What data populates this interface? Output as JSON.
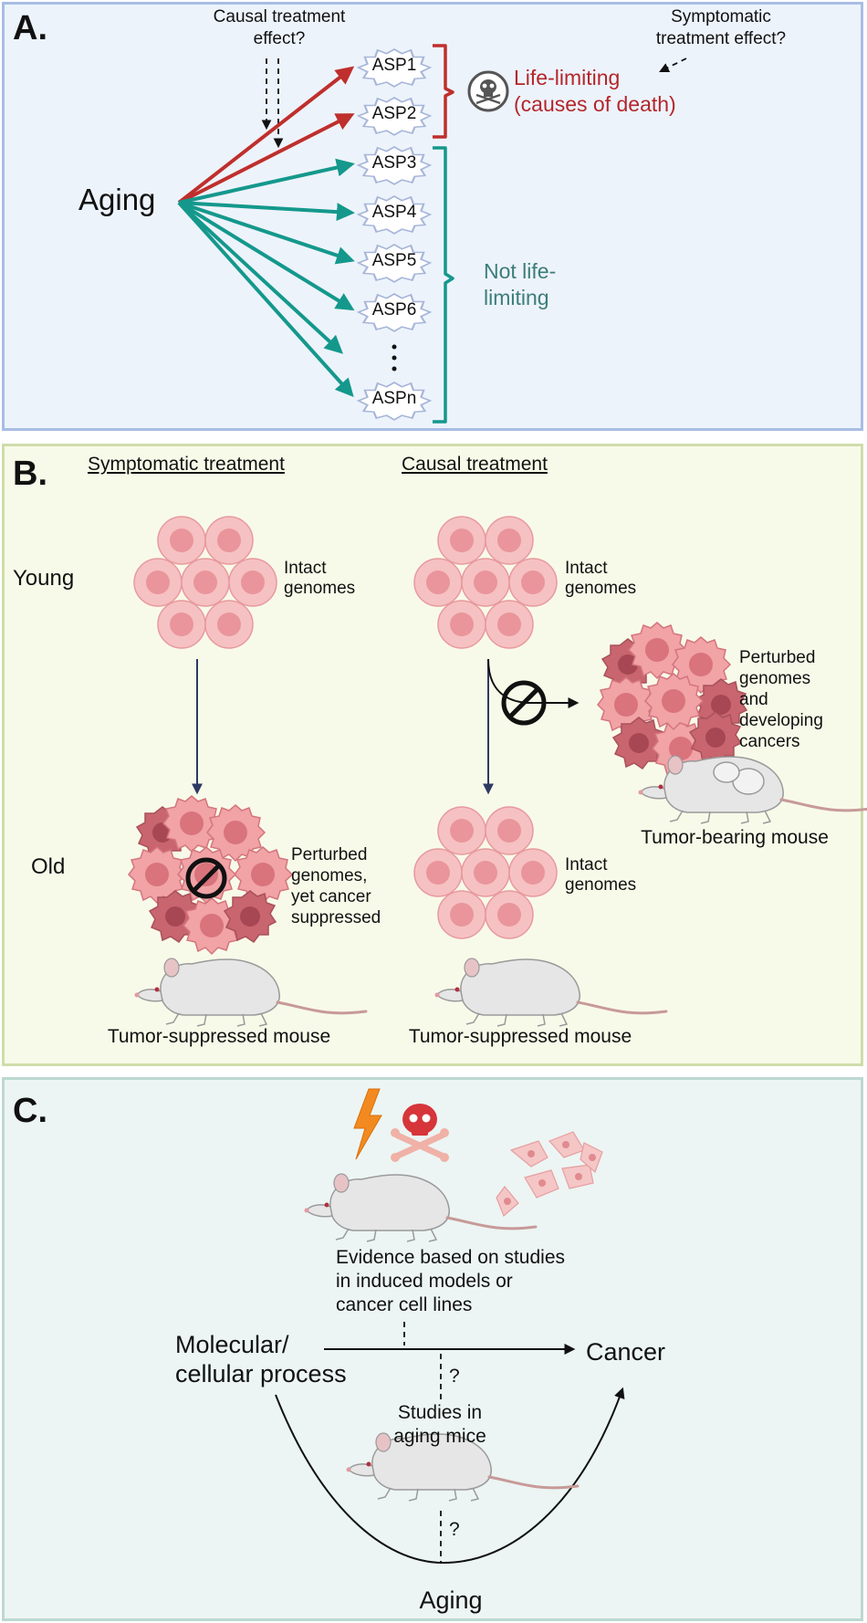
{
  "panelA": {
    "letter": "A.",
    "causal_question_1": "Causal treatment",
    "causal_question_2": "effect?",
    "symptomatic_question_1": "Symptomatic",
    "symptomatic_question_2": "treatment effect?",
    "source": "Aging",
    "asp_labels": [
      "ASP1",
      "ASP2",
      "ASP3",
      "ASP4",
      "ASP5",
      "ASP6",
      "ASPn"
    ],
    "life_limiting_1": "Life-limiting",
    "life_limiting_2": "(causes of death)",
    "not_life_limiting_1": "Not life-",
    "not_life_limiting_2": "limiting",
    "colors": {
      "life_limiting": "#bf2f2c",
      "not_life_limiting": "#14988c"
    }
  },
  "panelB": {
    "letter": "B.",
    "col1_header": "Symptomatic treatment",
    "col2_header": "Causal treatment",
    "row_young": "Young",
    "row_old": "Old",
    "intact_1": "Intact",
    "intact_2": "genomes",
    "perturbed_old_1": "Perturbed",
    "perturbed_old_2": "genomes,",
    "perturbed_old_3": "yet cancer",
    "perturbed_old_4": "suppressed",
    "perturbed_dev_1": "Perturbed",
    "perturbed_dev_2": "genomes",
    "perturbed_dev_3": "and",
    "perturbed_dev_4": "developing",
    "perturbed_dev_5": "cancers",
    "mouse_suppressed": "Tumor-suppressed mouse",
    "mouse_bearing": "Tumor-bearing mouse"
  },
  "panelC": {
    "letter": "C.",
    "evidence_1": "Evidence based on studies",
    "evidence_2": "in induced models or",
    "evidence_3": "cancer cell lines",
    "process_1": "Molecular/",
    "process_2": "cellular process",
    "target": "Cancer",
    "studies_1": "Studies in",
    "studies_2": "aging mice",
    "question": "?",
    "bottom": "Aging"
  }
}
